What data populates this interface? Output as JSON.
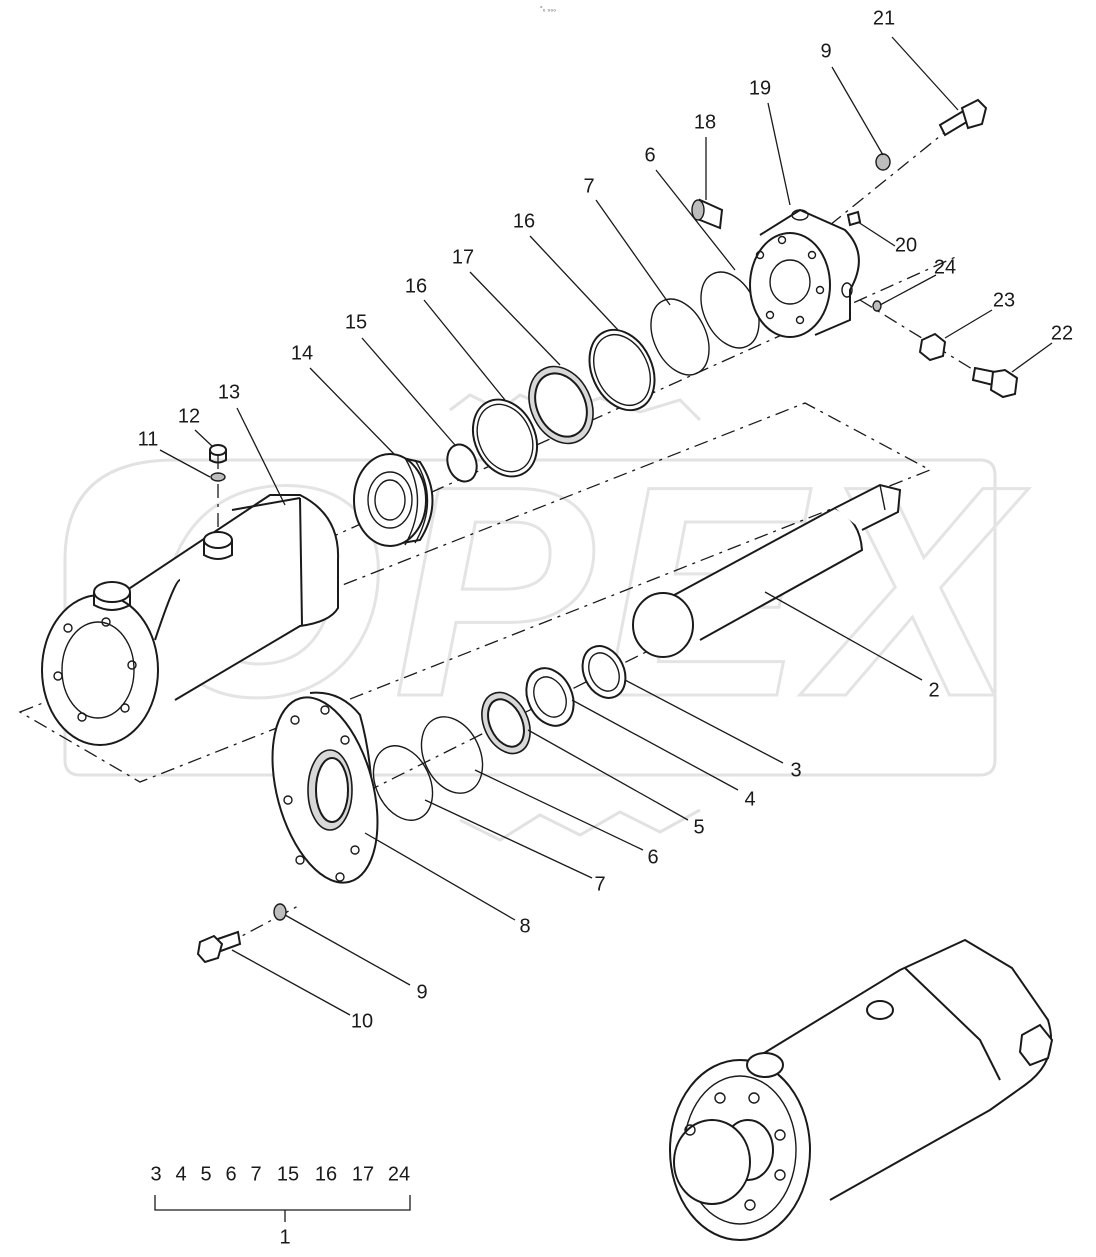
{
  "header_mark": "°₀ ₀₀₀",
  "watermark": "OPEX",
  "callouts": [
    {
      "id": "c21",
      "label": "21"
    },
    {
      "id": "c9a",
      "label": "9"
    },
    {
      "id": "c19",
      "label": "19"
    },
    {
      "id": "c18",
      "label": "18"
    },
    {
      "id": "c6a",
      "label": "6"
    },
    {
      "id": "c7a",
      "label": "7"
    },
    {
      "id": "c16a",
      "label": "16"
    },
    {
      "id": "c17",
      "label": "17"
    },
    {
      "id": "c16b",
      "label": "16"
    },
    {
      "id": "c15",
      "label": "15"
    },
    {
      "id": "c14",
      "label": "14"
    },
    {
      "id": "c13",
      "label": "13"
    },
    {
      "id": "c12",
      "label": "12"
    },
    {
      "id": "c11",
      "label": "11"
    },
    {
      "id": "c20",
      "label": "20"
    },
    {
      "id": "c24",
      "label": "24"
    },
    {
      "id": "c23",
      "label": "23"
    },
    {
      "id": "c22",
      "label": "22"
    },
    {
      "id": "c2",
      "label": "2"
    },
    {
      "id": "c3",
      "label": "3"
    },
    {
      "id": "c4",
      "label": "4"
    },
    {
      "id": "c5",
      "label": "5"
    },
    {
      "id": "c6b",
      "label": "6"
    },
    {
      "id": "c7b",
      "label": "7"
    },
    {
      "id": "c8",
      "label": "8"
    },
    {
      "id": "c9b",
      "label": "9"
    },
    {
      "id": "c10",
      "label": "10"
    }
  ],
  "kit": {
    "items": [
      "3",
      "4",
      "5",
      "6",
      "7",
      "15",
      "16",
      "17",
      "24"
    ],
    "label": "1"
  }
}
